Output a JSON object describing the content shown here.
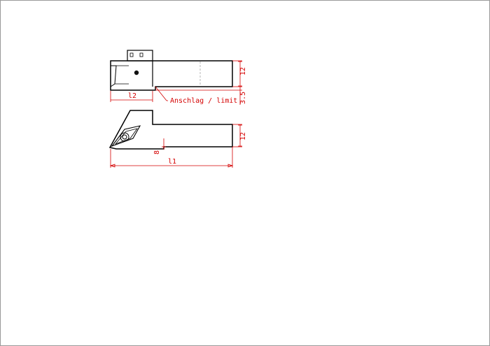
{
  "drawing": {
    "dimensions": {
      "l2": "l2",
      "l1": "l1",
      "h_upper": "12",
      "offset": "3.5",
      "h_lower": "12",
      "insert_angle": "8"
    },
    "annotation": "Anschlag / limit"
  }
}
